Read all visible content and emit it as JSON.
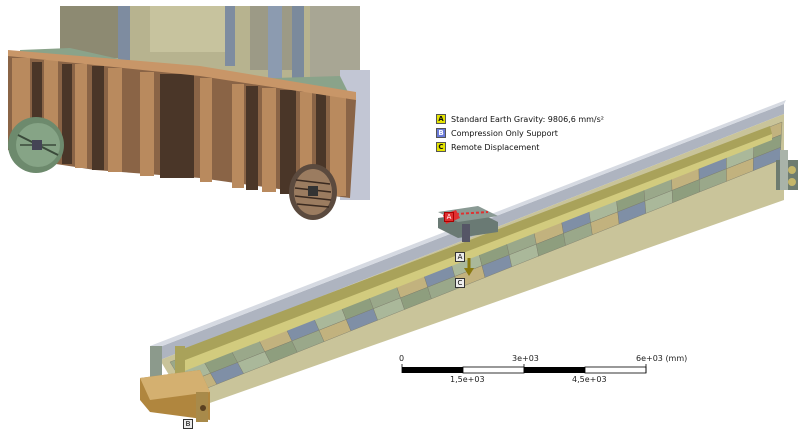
{
  "legend": [
    {
      "key": "A",
      "label": "Standard Earth Gravity: 9806,6 mm/s²",
      "color": "#e4e400"
    },
    {
      "key": "B",
      "label": "Compression Only Support",
      "color": "#6a7ad8"
    },
    {
      "key": "C",
      "label": "Remote Displacement",
      "color": "#e4e400"
    }
  ],
  "scale_bar": {
    "top_labels": [
      "0",
      "3e+03",
      "6e+03 (mm)"
    ],
    "bottom_labels": [
      "1,5e+03",
      "4,5e+03"
    ]
  },
  "markers": {
    "a": "A",
    "b": "B",
    "c": "C",
    "a_small": "A"
  }
}
